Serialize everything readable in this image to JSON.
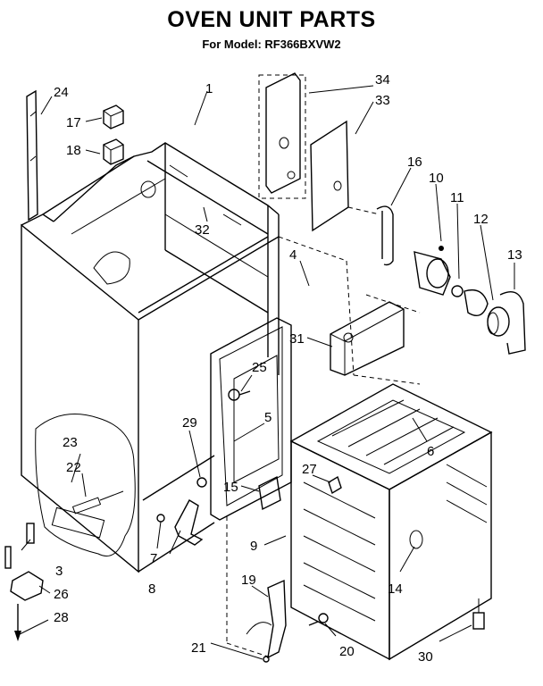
{
  "title": "OVEN UNIT PARTS",
  "model_line": "For Model: RF366BXVW2",
  "labels": {
    "p1": "1",
    "p3": "3",
    "p4": "4",
    "p5": "5",
    "p6": "6",
    "p7": "7",
    "p8": "8",
    "p9": "9",
    "p10": "10",
    "p11": "11",
    "p12": "12",
    "p13": "13",
    "p14": "14",
    "p15": "15",
    "p16": "16",
    "p17": "17",
    "p18": "18",
    "p19": "19",
    "p20": "20",
    "p21": "21",
    "p22": "22",
    "p23": "23",
    "p24": "24",
    "p25": "25",
    "p26": "26",
    "p27": "27",
    "p28": "28",
    "p29": "29",
    "p30": "30",
    "p31": "31",
    "p32": "32",
    "p33": "33",
    "p34": "34"
  }
}
